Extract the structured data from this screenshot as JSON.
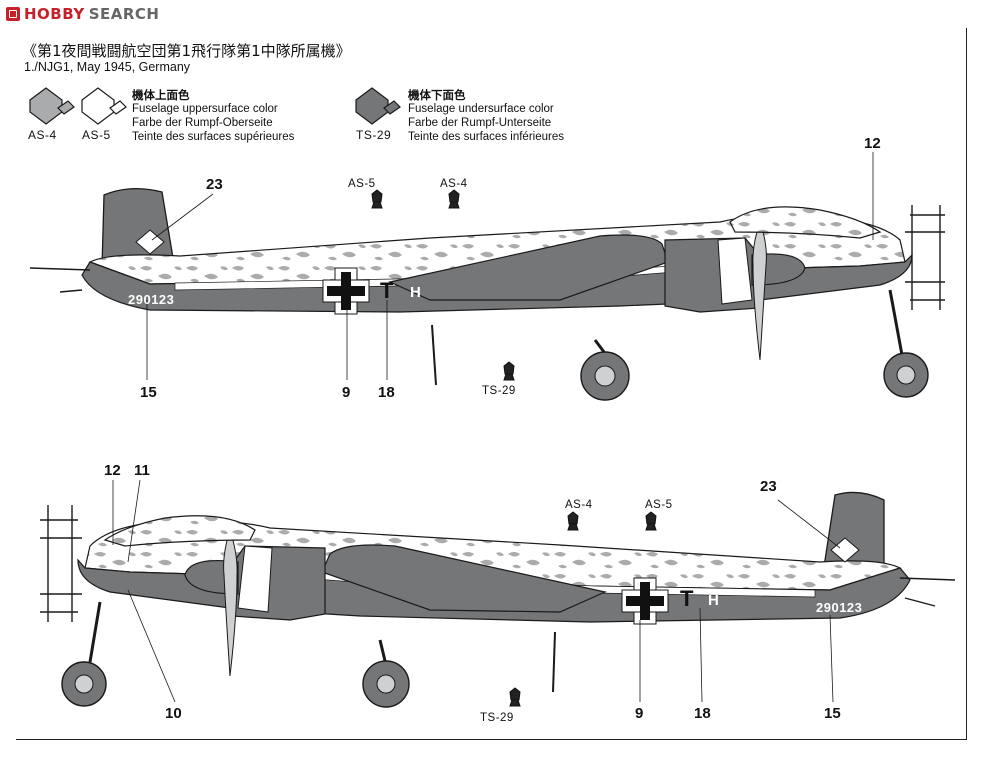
{
  "brand": {
    "name_a": "HOBBY",
    "name_b": "SEARCH",
    "accent": "#c8202a"
  },
  "header": {
    "title": "《第1夜間戦闘航空団第1飛行隊第1中隊所属機》",
    "subtitle": "1./NJG1, May 1945, Germany"
  },
  "legend": {
    "upper": {
      "heading": "機体上面色",
      "lines": [
        "Fuselage uppersurface color",
        "Farbe der Rumpf-Oberseite",
        "Teinte des surfaces supérieures"
      ],
      "codes": [
        "AS-4",
        "AS-5"
      ]
    },
    "lower": {
      "heading": "機体下面色",
      "lines": [
        "Fuselage undersurface color",
        "Farbe der Rumpf-Unterseite",
        "Teinte des surfaces inférieures"
      ],
      "codes": [
        "TS-29"
      ]
    }
  },
  "colors": {
    "as4": "#a9abad",
    "as5": "#ffffff",
    "ts29": "#747678",
    "line": "#1a1a1a"
  },
  "profile_top": {
    "serial": "290123",
    "code_letter": "T",
    "code_letter_2": "H",
    "paint_tags": [
      "AS-5",
      "AS-4",
      "TS-29"
    ],
    "callouts": [
      "23",
      "12",
      "15",
      "9",
      "18"
    ]
  },
  "profile_bottom": {
    "serial": "290123",
    "code_letter": "T",
    "code_letter_2": "H",
    "paint_tags": [
      "AS-4",
      "AS-5",
      "TS-29"
    ],
    "callouts": [
      "12",
      "11",
      "23",
      "10",
      "9",
      "18",
      "15"
    ]
  }
}
